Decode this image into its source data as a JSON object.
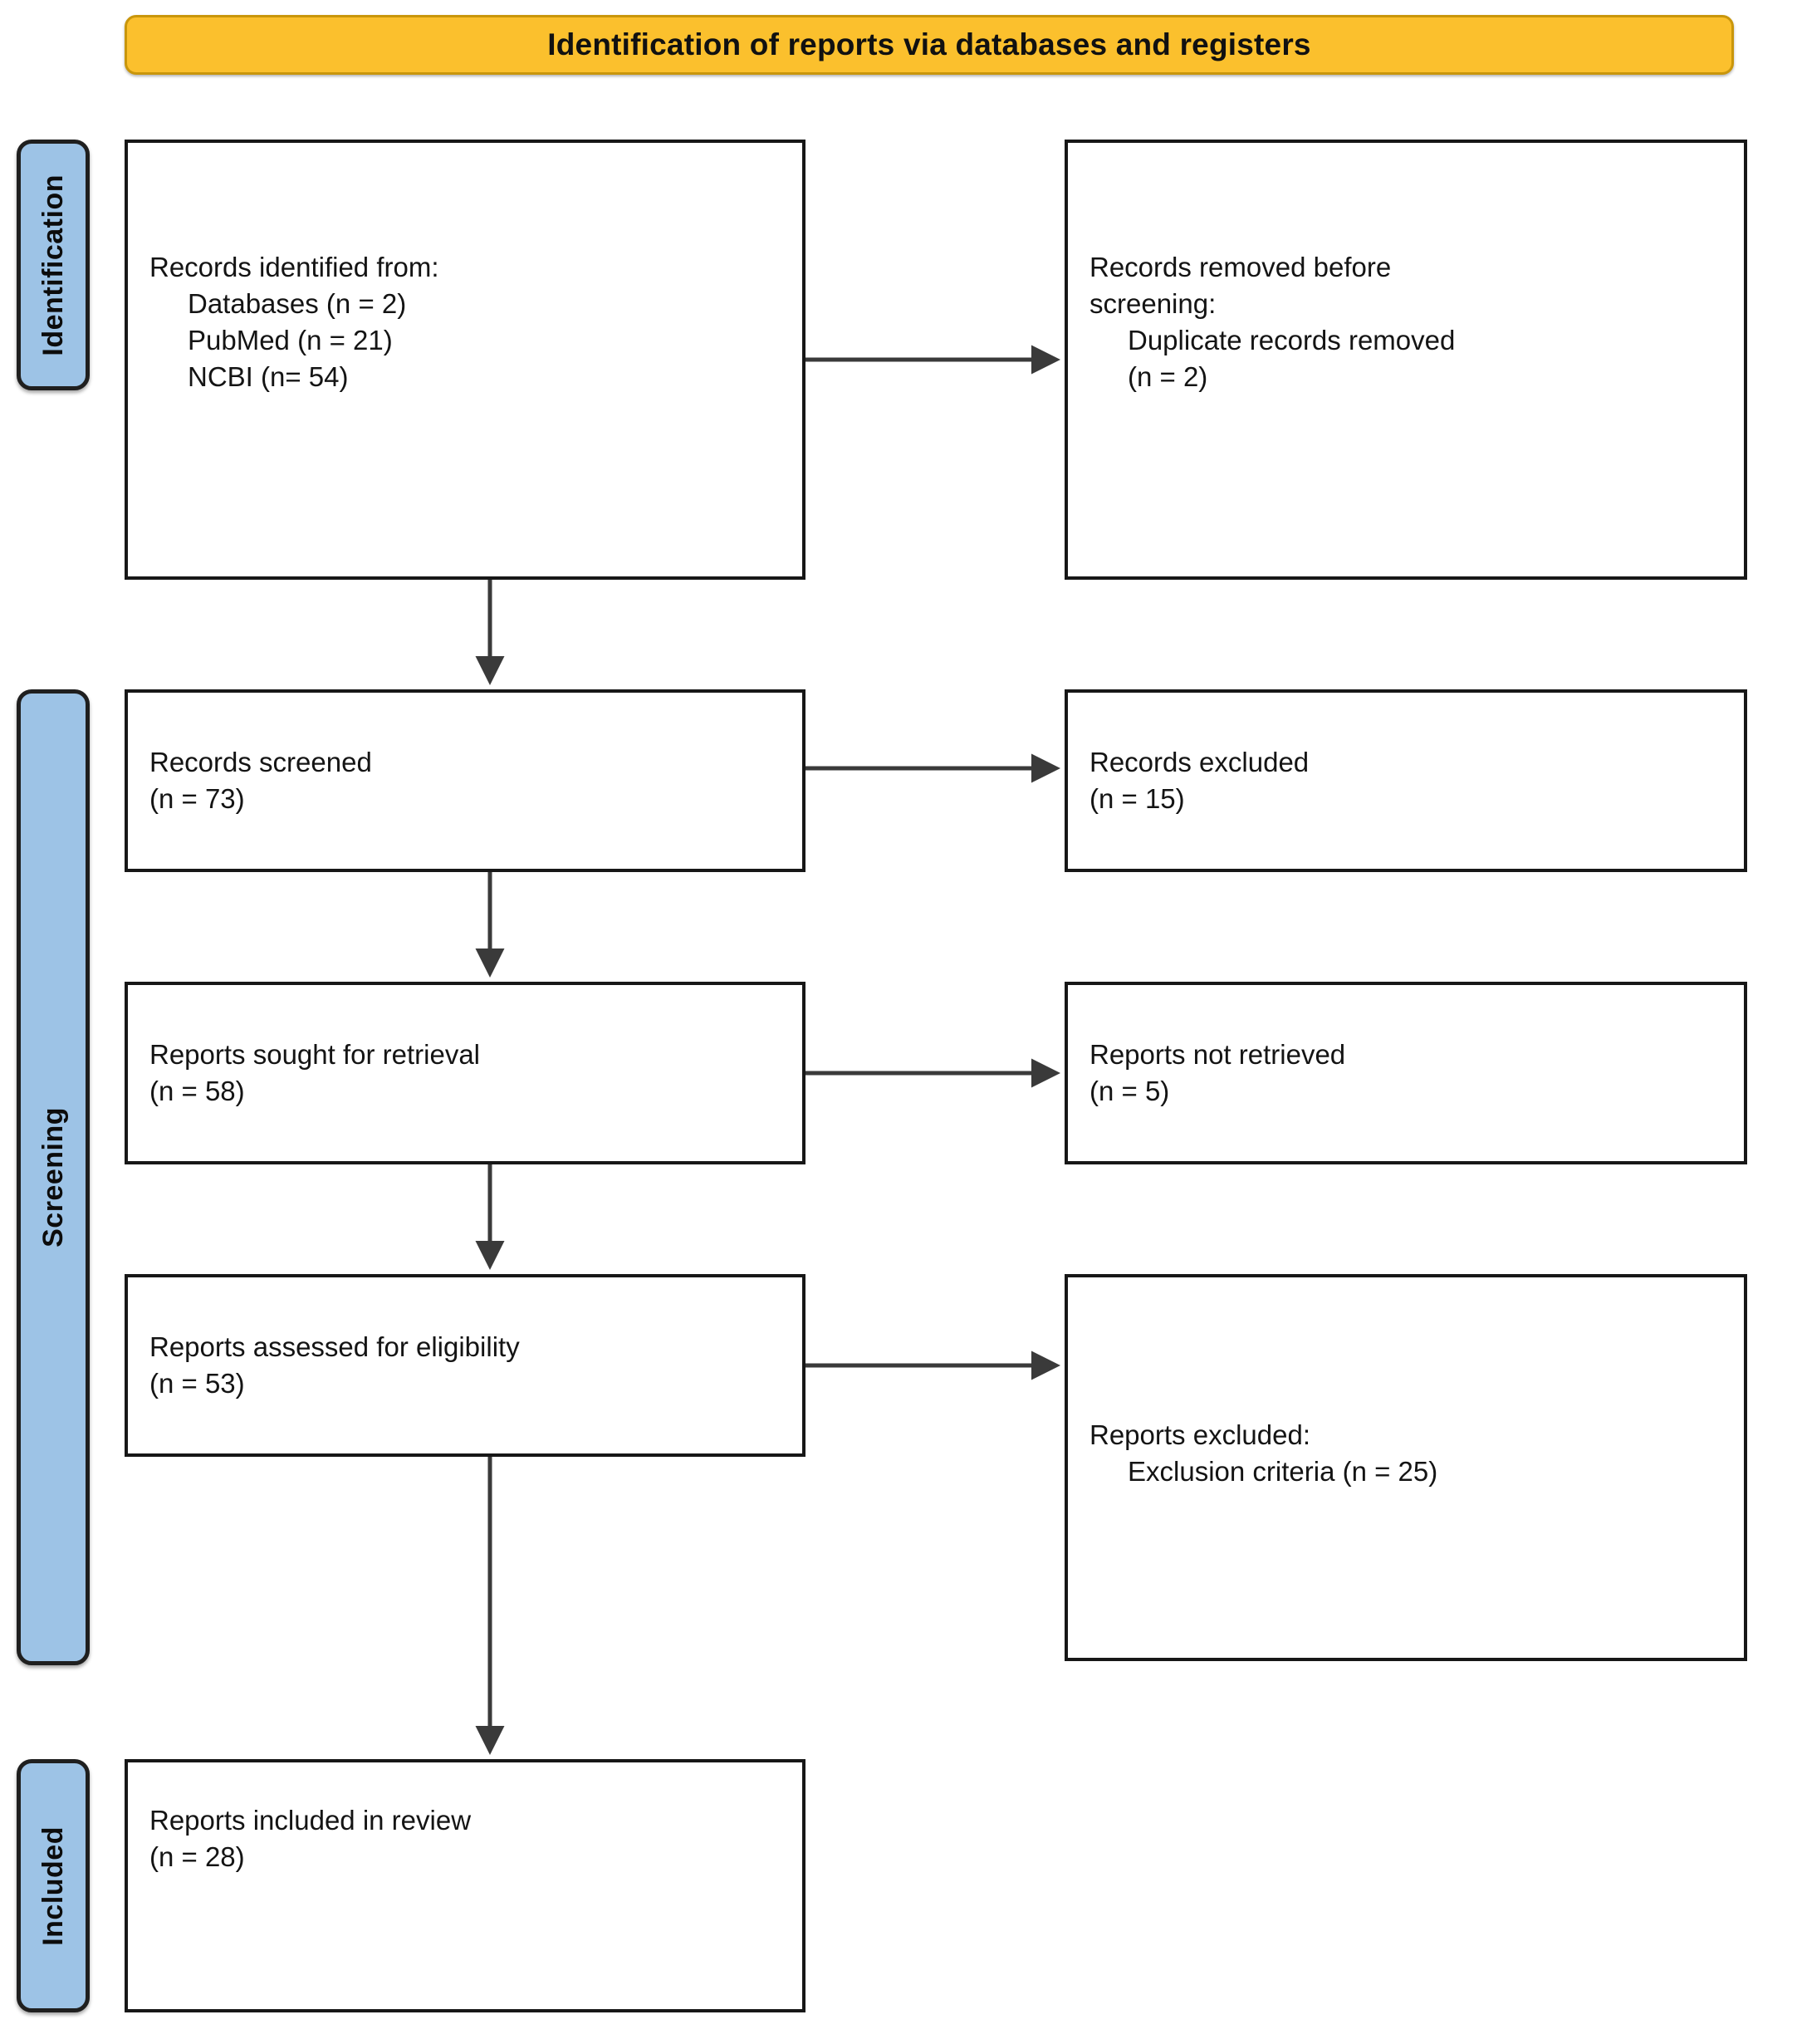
{
  "header": {
    "title": "Identification of reports via databases and registers",
    "bg_color": "#FBC02D",
    "border_color": "#C9960B"
  },
  "stages": [
    {
      "id": "identification",
      "label": "Identification",
      "bg_color": "#9DC3E6"
    },
    {
      "id": "screening",
      "label": "Screening",
      "bg_color": "#9DC3E6"
    },
    {
      "id": "included",
      "label": "Included",
      "bg_color": "#9DC3E6"
    }
  ],
  "boxes": {
    "identified": {
      "line1": "Records identified from:",
      "line2": "Databases (n = 2)",
      "line3": "PubMed (n = 21)",
      "line4": "NCBI (n= 54)"
    },
    "removed": {
      "line1_plain": "Records removed ",
      "line1_italic": "before",
      "line2_italic": "screening",
      "line2_plain": ":",
      "line3": "Duplicate records removed",
      "line4": "(n = 2)"
    },
    "screened": {
      "line1": "Records screened",
      "line2": "(n = 73)"
    },
    "excluded": {
      "line1": "Records excluded",
      "line2": "(n = 15)"
    },
    "sought": {
      "line1": "Reports sought for retrieval",
      "line2": "(n = 58)"
    },
    "not_retrieved": {
      "line1": "Reports not retrieved",
      "line2": "(n = 5)"
    },
    "assessed": {
      "line1": "Reports assessed for eligibility",
      "line2": "(n = 53)"
    },
    "reports_excluded": {
      "line1": "Reports excluded:",
      "line2": "Exclusion criteria (n = 25)"
    },
    "included": {
      "line1": "Reports included in review",
      "line2": "(n = 28)"
    }
  },
  "chart_data": {
    "type": "flowchart",
    "title": "Identification of reports via databases and registers",
    "stages": [
      "Identification",
      "Screening",
      "Included"
    ],
    "nodes": [
      {
        "id": "identified",
        "stage": "Identification",
        "column": "left",
        "label": "Records identified from: Databases (n = 2); PubMed (n = 21); NCBI (n= 54)",
        "n_databases": 2,
        "n_pubmed": 21,
        "n_ncbi": 54
      },
      {
        "id": "removed",
        "stage": "Identification",
        "column": "right",
        "label": "Records removed before screening: Duplicate records removed (n = 2)",
        "n": 2
      },
      {
        "id": "screened",
        "stage": "Screening",
        "column": "left",
        "label": "Records screened",
        "n": 73
      },
      {
        "id": "excluded",
        "stage": "Screening",
        "column": "right",
        "label": "Records excluded",
        "n": 15
      },
      {
        "id": "sought",
        "stage": "Screening",
        "column": "left",
        "label": "Reports sought for retrieval",
        "n": 58
      },
      {
        "id": "not_retrieved",
        "stage": "Screening",
        "column": "right",
        "label": "Reports not retrieved",
        "n": 5
      },
      {
        "id": "assessed",
        "stage": "Screening",
        "column": "left",
        "label": "Reports assessed for eligibility",
        "n": 53
      },
      {
        "id": "reports_excluded",
        "stage": "Screening",
        "column": "right",
        "label": "Reports excluded: Exclusion criteria",
        "n": 25
      },
      {
        "id": "included",
        "stage": "Included",
        "column": "left",
        "label": "Reports included in review",
        "n": 28
      }
    ],
    "edges": [
      {
        "from": "identified",
        "to": "removed",
        "direction": "right"
      },
      {
        "from": "identified",
        "to": "screened",
        "direction": "down"
      },
      {
        "from": "screened",
        "to": "excluded",
        "direction": "right"
      },
      {
        "from": "screened",
        "to": "sought",
        "direction": "down"
      },
      {
        "from": "sought",
        "to": "not_retrieved",
        "direction": "right"
      },
      {
        "from": "sought",
        "to": "assessed",
        "direction": "down"
      },
      {
        "from": "assessed",
        "to": "reports_excluded",
        "direction": "right"
      },
      {
        "from": "assessed",
        "to": "included",
        "direction": "down"
      }
    ]
  }
}
